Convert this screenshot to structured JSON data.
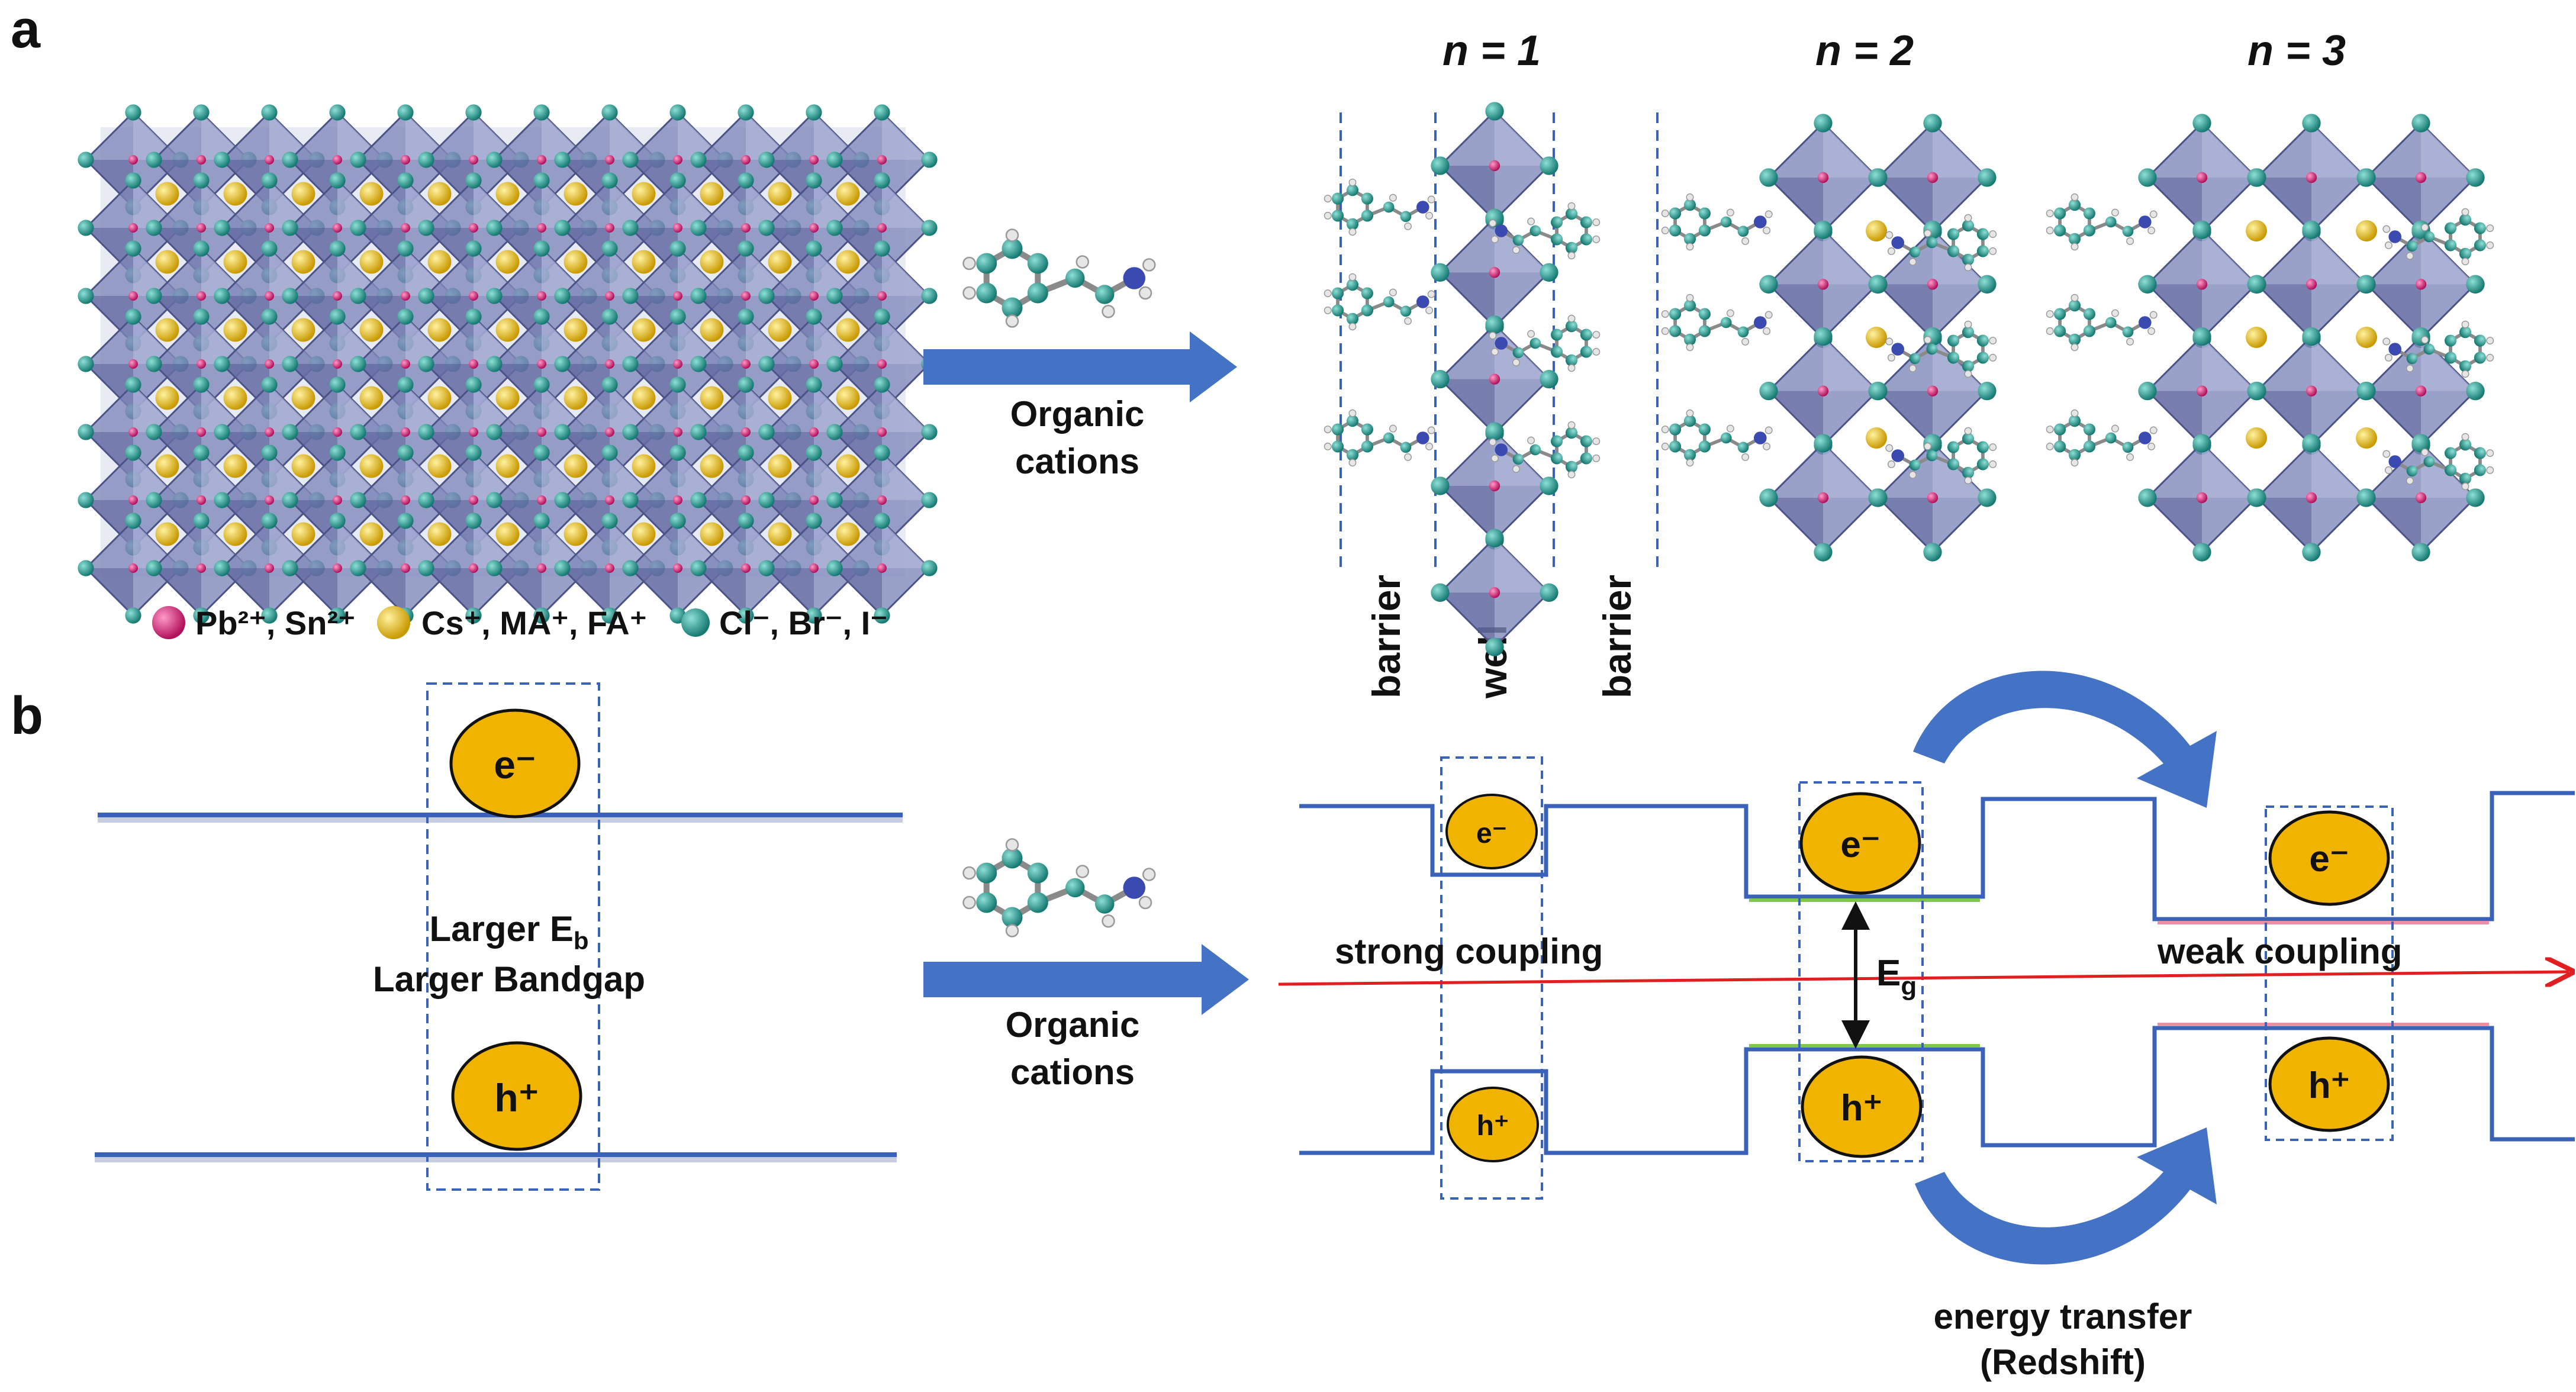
{
  "panel_a": {
    "label": "a",
    "legend": {
      "pb": "Pb²⁺, Sn²⁺",
      "cs": "Cs⁺, MA⁺, FA⁺",
      "cl": "Cl⁻, Br⁻, I⁻"
    },
    "arrow": {
      "line1": "Organic",
      "line2": "cations"
    },
    "n_titles": [
      "n = 1",
      "n = 2",
      "n = 3"
    ],
    "layer_labels": {
      "barrier_left": "barrier",
      "well": "well",
      "barrier_right": "barrier"
    }
  },
  "panel_b": {
    "label": "b",
    "left": {
      "electron": "e⁻",
      "hole": "h⁺",
      "larger_eb_prefix": "Larger E",
      "larger_eb_sub": "b",
      "larger_bandgap": "Larger Bandgap"
    },
    "arrow": {
      "line1": "Organic",
      "line2": "cations"
    },
    "strong_coupling": "strong coupling",
    "weak_coupling": "weak coupling",
    "eg_main": "E",
    "eg_sub": "g",
    "energy_transfer_line1": "energy transfer",
    "energy_transfer_line2": "(Redshift)",
    "carriers": [
      "e⁻",
      "h⁺"
    ]
  },
  "colors": {
    "band": "#3a62b8",
    "arrow_blue": "#4472c4",
    "carrier_fill": "#f0b400",
    "red_axis": "#e02020",
    "green_level": "#7fc84a",
    "pink_level": "#ea8fa8",
    "octahedron": "#7e86b8",
    "halide": "#2a9a90",
    "a_cation": "#e8c21a",
    "b_cation": "#c8287a"
  }
}
